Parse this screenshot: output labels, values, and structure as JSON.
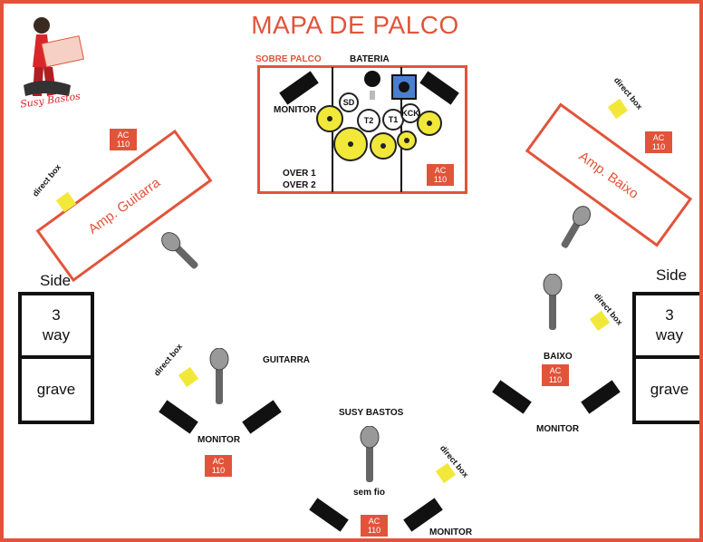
{
  "title": "MAPA DE PALCO",
  "logo": {
    "name": "Susy Bastos"
  },
  "drum_area": {
    "sobre_palco": "SOBRE PALCO",
    "bateria": "BATERIA",
    "monitor": "MONITOR",
    "over1": "OVER 1",
    "over2": "OVER 2",
    "sd": "SD",
    "t2": "T2",
    "t1": "T1",
    "kick": "KCK"
  },
  "ac_label": "AC\n110",
  "amps": {
    "guitarra": "Amp. Guitarra",
    "baixo": "Amp. Baixo"
  },
  "direct_box": "direct box",
  "side": "Side",
  "speakers": {
    "three_way": "3\nway",
    "grave": "grave"
  },
  "positions": {
    "guitarra": "GUITARRA",
    "baixo": "BAIXO",
    "susy": "SUSY BASTOS",
    "sem_fio": "sem fio",
    "monitor": "MONITOR"
  },
  "colors": {
    "accent": "#e2543a",
    "direct_box": "#f2e83a",
    "monitor": "#111111"
  }
}
